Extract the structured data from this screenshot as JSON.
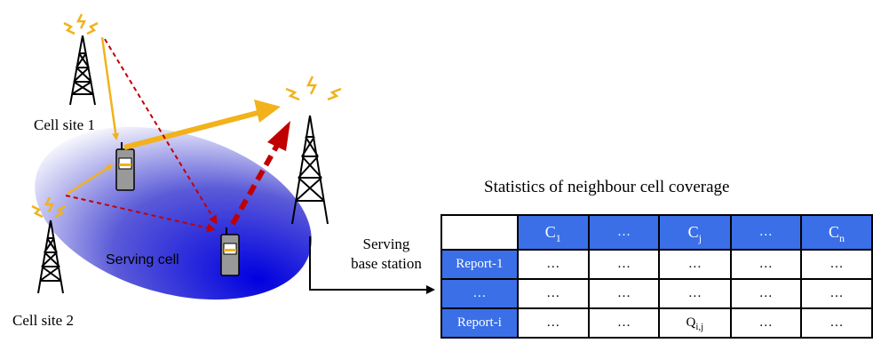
{
  "labels": {
    "cell_site_1": "Cell site 1",
    "cell_site_2": "Cell site 2",
    "serving_cell": "Serving cell",
    "serving_bs_line1": "Serving",
    "serving_bs_line2": "base station"
  },
  "table": {
    "title": "Statistics of neighbour cell coverage",
    "headers": [
      {
        "main": "",
        "sub": ""
      },
      {
        "main": "C",
        "sub": "1"
      },
      {
        "main": "…",
        "sub": ""
      },
      {
        "main": "C",
        "sub": "j"
      },
      {
        "main": "…",
        "sub": ""
      },
      {
        "main": "C",
        "sub": "n"
      }
    ],
    "rows": [
      {
        "label": "Report-1",
        "cells": [
          "…",
          "…",
          "…",
          "…",
          "…"
        ]
      },
      {
        "label": "…",
        "cells": [
          "…",
          "…",
          "…",
          "…",
          "…"
        ]
      },
      {
        "label": "Report-i",
        "cells": [
          "…",
          "…",
          "Q",
          "…",
          "…"
        ],
        "q_sub": "i,j"
      }
    ]
  },
  "colors": {
    "header_blue": "#3a6fe8",
    "arrow_orange": "#f2b21b",
    "arrow_red": "#c00000"
  }
}
